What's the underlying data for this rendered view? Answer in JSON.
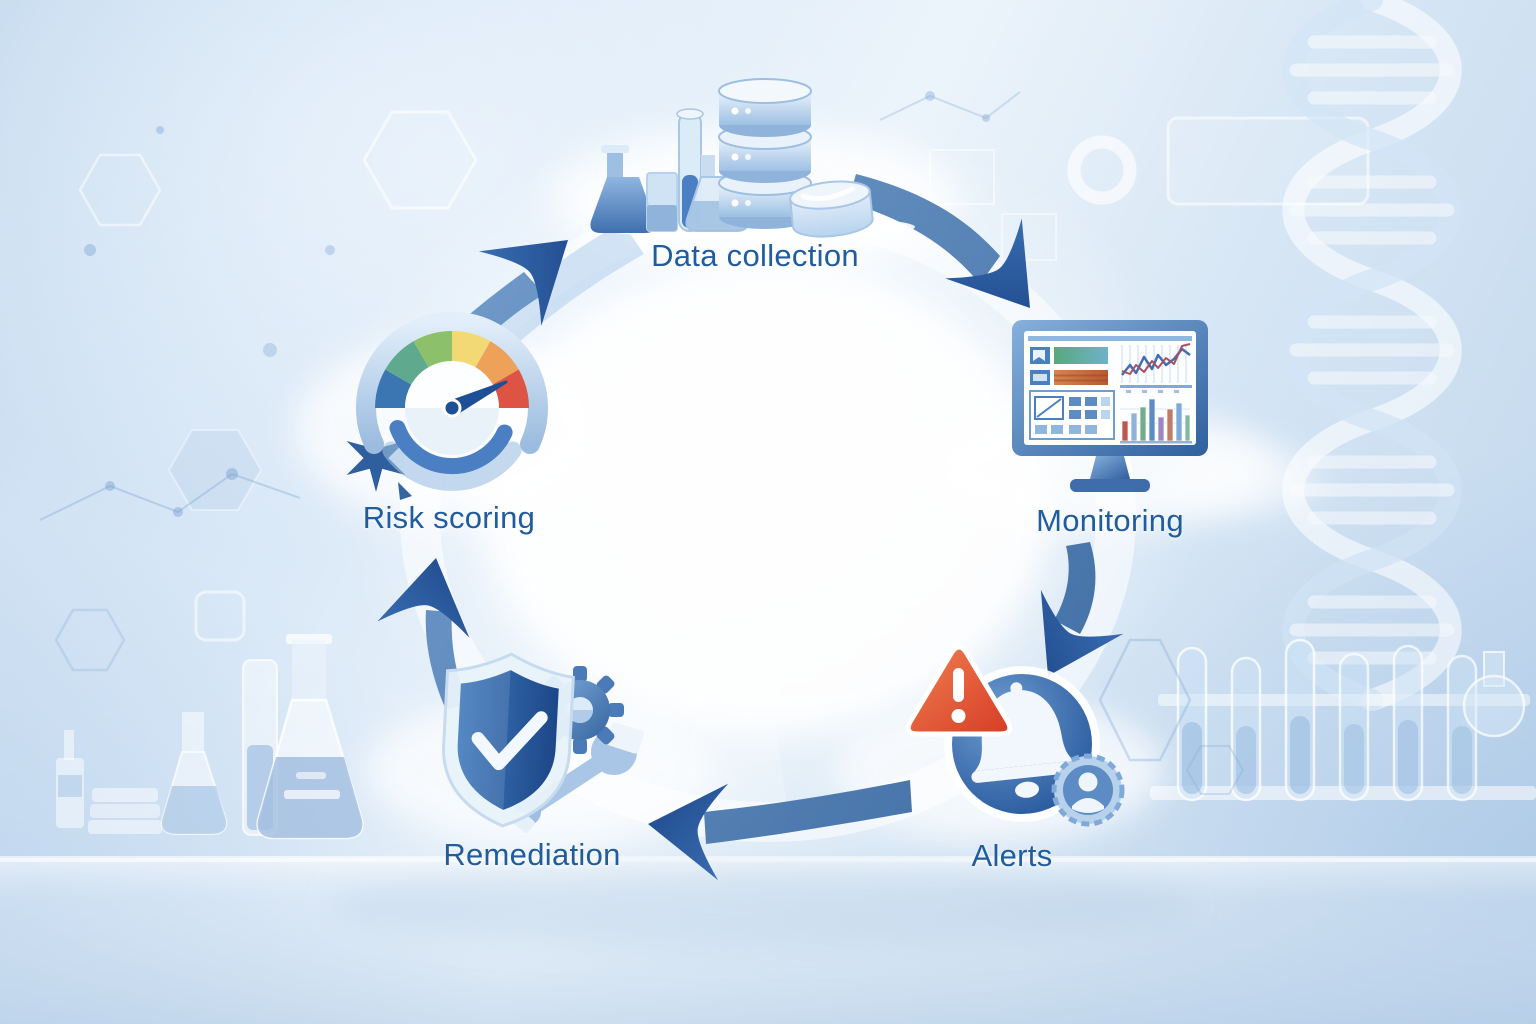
{
  "diagram": {
    "type": "cyclic-process",
    "flow_direction": "clockwise",
    "stages": [
      {
        "id": "data-collection",
        "label": "Data collection",
        "icon": "database-and-flasks-icon",
        "position": "top"
      },
      {
        "id": "monitoring",
        "label": "Monitoring",
        "icon": "dashboard-monitor-icon",
        "position": "right"
      },
      {
        "id": "alerts",
        "label": "Alerts",
        "icon": "warning-bell-icon",
        "position": "bottom-right"
      },
      {
        "id": "remediation",
        "label": "Remediation",
        "icon": "shield-check-gear-wrench-icon",
        "position": "bottom-left"
      },
      {
        "id": "risk-scoring",
        "label": "Risk scoring",
        "icon": "risk-gauge-icon",
        "position": "left"
      }
    ],
    "connections": [
      {
        "from": "Data collection",
        "to": "Monitoring"
      },
      {
        "from": "Monitoring",
        "to": "Alerts"
      },
      {
        "from": "Alerts",
        "to": "Remediation"
      },
      {
        "from": "Remediation",
        "to": "Risk scoring"
      },
      {
        "from": "Risk scoring",
        "to": "Data collection"
      }
    ],
    "colors": {
      "label_text": "#215c9e",
      "arrow_light": "#8fb6e0",
      "arrow_dark": "#24548f",
      "alert_red": "#e04f33",
      "gauge_segments": [
        "#3b76b2",
        "#5fa98e",
        "#8cc06b",
        "#f2d976",
        "#eda159",
        "#dd5444"
      ],
      "icon_blue_dark": "#1d4f96",
      "icon_blue_mid": "#4a7fc4",
      "icon_blue_light": "#a9c6e6",
      "background_center": "#f7fbfe",
      "background_edge": "#bfd6ec"
    },
    "background_motifs": [
      "dna-double-helix",
      "molecule-network",
      "laboratory-flasks",
      "test-tube-rack",
      "soft-clouds"
    ]
  }
}
